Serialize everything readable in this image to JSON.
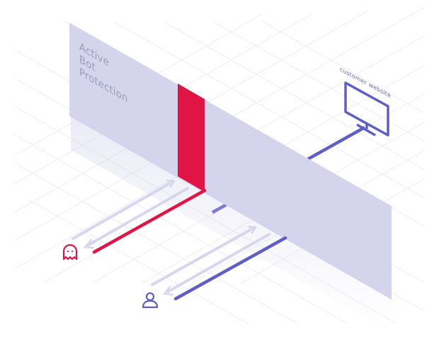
{
  "wall": {
    "title_lines": [
      "Active",
      "Bot",
      "Protection"
    ]
  },
  "website": {
    "label": "customer website",
    "icon": "monitor-icon"
  },
  "actors": {
    "bot_icon": "ghost-icon",
    "human_icon": "user-icon"
  },
  "colors": {
    "wall": "#d4d4ec",
    "block": "#e01545",
    "bot_line": "#e01545",
    "user_line": "#5e5ec4",
    "arrow": "#d6d6ee",
    "grid": "#ececf4"
  }
}
